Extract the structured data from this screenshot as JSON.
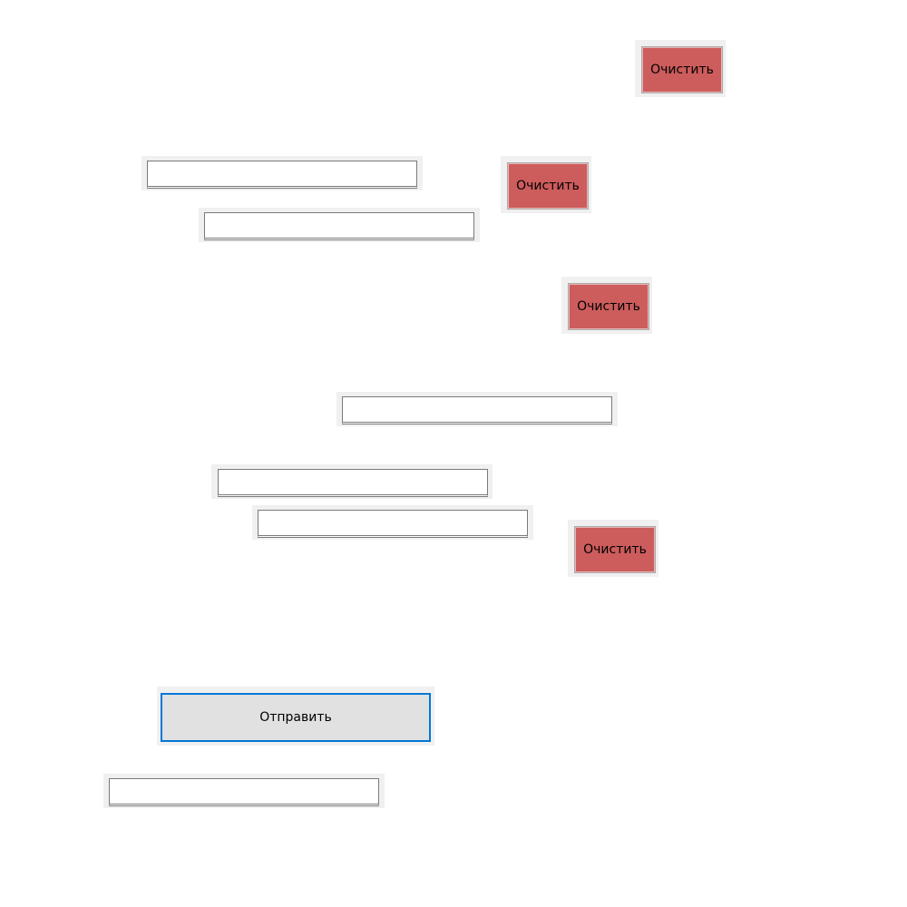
{
  "clear_buttons": [
    {
      "label": "Очистить"
    },
    {
      "label": "Очистить"
    },
    {
      "label": "Очистить"
    },
    {
      "label": "Очистить"
    }
  ],
  "text_fields": [
    {
      "value": "",
      "placeholder": ""
    },
    {
      "value": "",
      "placeholder": ""
    },
    {
      "value": "",
      "placeholder": ""
    },
    {
      "value": "",
      "placeholder": ""
    },
    {
      "value": "",
      "placeholder": ""
    },
    {
      "value": "",
      "placeholder": ""
    }
  ],
  "submit_button": {
    "label": "Отправить"
  },
  "colors": {
    "clear_button_bg": "#cd5c5c",
    "submit_button_border": "#0078d7",
    "submit_button_bg": "#e1e1e1",
    "frame_bg": "#f0f0f0"
  }
}
